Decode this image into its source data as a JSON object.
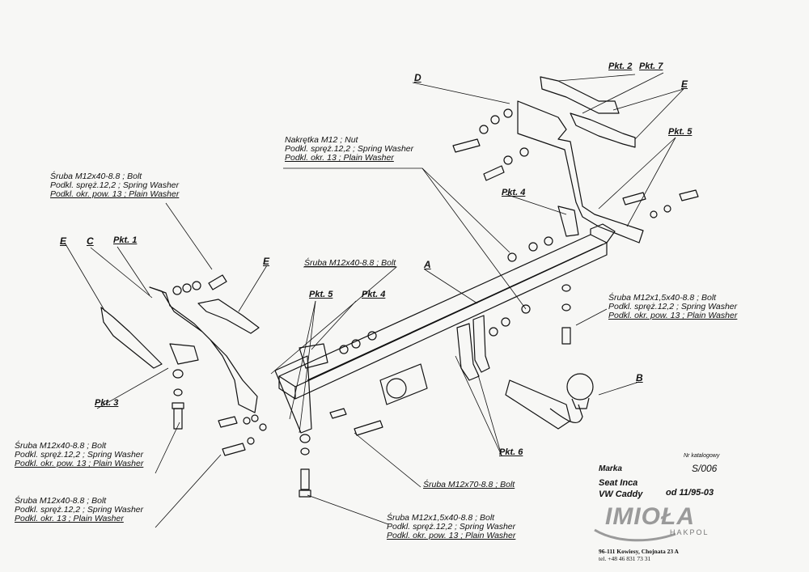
{
  "labels": {
    "bolt_top_left": [
      "Śruba M12x40-8.8 ;  Bolt",
      "Podkl. spręż.12,2 ; Spring Washer",
      "Podkl. okr. pow. 13 ; Plain Washer"
    ],
    "nut_top": [
      "Nakrętka  M12 ; Nut",
      "Podkl. spręż.12,2 ; Spring Washer",
      "Podkl. okr. 13 ; Plain Washer"
    ],
    "bolt_center": "Śruba M12x40-8.8 ;  Bolt",
    "bolt_right": [
      "Śruba M12x1,5x40-8.8 ;  Bolt",
      "Podkl. spręż.12,2 ; Spring Washer",
      "Podkl. okr. pow. 13 ; Plain Washer"
    ],
    "bolt_bottom_left1": [
      "Śruba M12x40-8.8 ;  Bolt",
      "Podkl. spręż.12,2 ; Spring Washer",
      "Podkl. okr. pow. 13 ; Plain Washer"
    ],
    "bolt_bottom_left2": [
      "Śruba M12x40-8.8 ;  Bolt",
      "Podkl. spręż.12,2 ; Spring Washer",
      "Podkl. okr. 13 ; Plain Washer"
    ],
    "bolt_m70": "Śruba M12x70-8.8 ;  Bolt",
    "bolt_bottom_right": [
      "Śruba M12x1,5x40-8.8 ;  Bolt",
      "Podkl. spręż.12,2 ; Spring Washer",
      "Podkl. okr. pow. 13 ; Plain Washer"
    ]
  },
  "letters": {
    "d": "D",
    "e_top": "E",
    "e_left": "E",
    "c": "C",
    "e_mid": "E",
    "a": "A",
    "b": "B"
  },
  "pkt": {
    "p2": "Pkt. 2",
    "p7": "Pkt. 7",
    "p5_right": "Pkt. 5",
    "p4_right": "Pkt. 4",
    "p1": "Pkt. 1",
    "p5_mid": "Pkt. 5",
    "p4_mid": "Pkt. 4",
    "p3": "Pkt. 3",
    "p6": "Pkt. 6"
  },
  "info": {
    "catalog_label": "Nr katalogowy",
    "marka_label": "Marka",
    "catalog_no": "S/006",
    "model1": "Seat Inca",
    "model2": "VW Caddy",
    "date": "od 11/95-03",
    "logo": "IMIOŁA",
    "logo_sub": "HAKPOL",
    "address": "96-111 Kowiesy, Chojnata 23 A",
    "phone": "tel. +48 46 831 73 31"
  },
  "colors": {
    "line": "#111111",
    "paper": "#f7f7f5",
    "logo": "#9a9a9a"
  }
}
